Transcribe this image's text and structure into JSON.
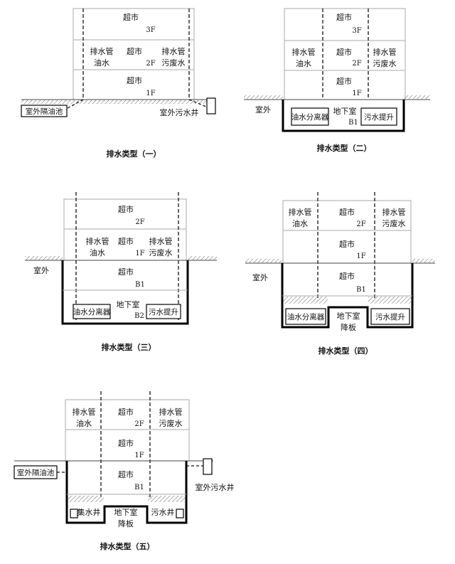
{
  "labels": {
    "supermarket": "超市",
    "f3": "3F",
    "f2": "2F",
    "f1": "1F",
    "b1": "B1",
    "b2": "B2",
    "drain_pipe": "排水管",
    "oily_water": "油水",
    "sewage_waste": "污废水",
    "outdoor": "室外",
    "outdoor_grease_trap": "室外隔油池",
    "outdoor_sewage_well": "室外污水井",
    "oil_water_separator": "油水分离器",
    "sewage_lift": "污水提升",
    "basement": "地下室",
    "lowered_slab": "降板",
    "sump_well": "集水井",
    "sewage_well": "污水井"
  },
  "captions": {
    "type1": "排水类型（一）",
    "type2": "排水类型（二）",
    "type3": "排水类型（三）",
    "type4": "排水类型（四）",
    "type5": "排水类型（五）"
  }
}
